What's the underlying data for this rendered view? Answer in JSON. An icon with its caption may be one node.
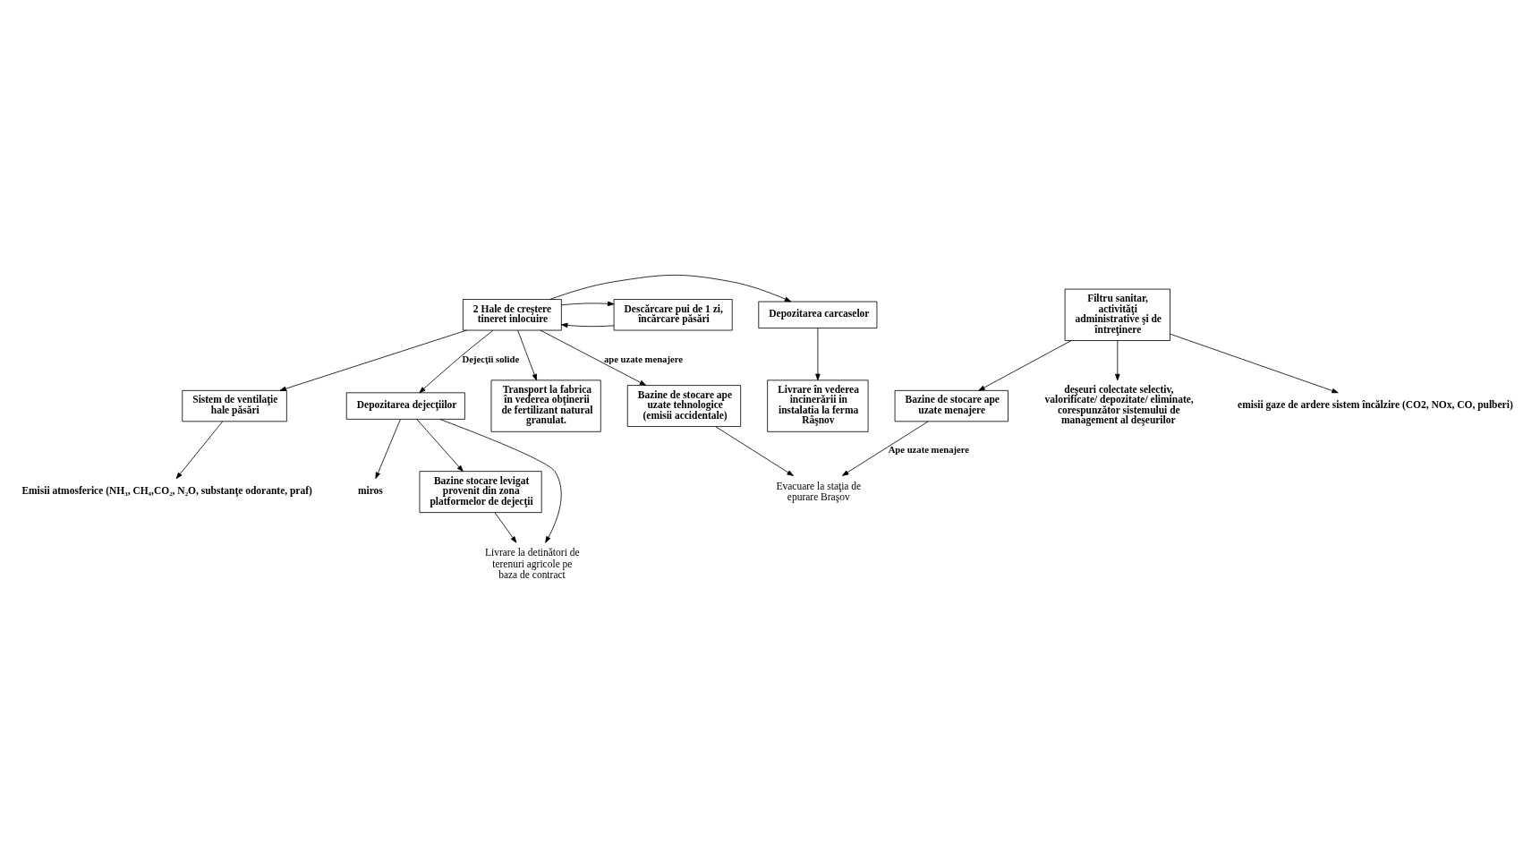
{
  "diagram": {
    "nodes": [
      {
        "text": [
          "Emisii atmosferice (NH₃, CH₄,CO₂, N₂O, substanţe odorante, praf)"
        ]
      },
      {
        "text": [
          "Sistem de ventilaţie hale păsări"
        ]
      },
      {
        "text": [
          "Livrare în vederea incinerării in instalatia la ferma Râşnov"
        ]
      },
      {
        "text": [
          "Descărcare pui de 1 zi, încărcare păsări"
        ]
      },
      {
        "text": [
          "2 Hale de creştere tineret inlocuire"
        ]
      },
      {
        "text": [
          "Depozitarea carcaselor"
        ]
      },
      {
        "text": [
          "Bazine de stocare ape uzate tehnologice (emisii accidentale)"
        ]
      },
      {
        "text": [
          "Depozitarea dejecţiilor"
        ]
      },
      {
        "text": [
          "Transport la fabrica în vederea obţinerii de fertilizant natural granulat."
        ]
      },
      {
        "text": [
          "miros"
        ]
      },
      {
        "text": [
          "Evacuare la staţia de epurare Braşov"
        ]
      },
      {
        "text": [
          "emisii gaze de ardere sistem încălzire (CO2, NOx, CO, pulberi)"
        ]
      },
      {
        "text": [
          "Filtru sanitar, activităţi administrative şi de întreţinere"
        ]
      },
      {
        "text": [
          "Bazine de stocare ape uzate menajere"
        ]
      },
      {
        "text": [
          "Bazine stocare levigat provenit din zona platformelor de dejecţii"
        ]
      },
      {
        "text": [
          "Livrare la detinători de terenuri agricole pe baza de contract"
        ]
      },
      {
        "text": [
          "deşeuri colectate selectiv, valorificate/ depozitate/ eliminate, corespunzător sistemului de management al deşeurilor"
        ]
      }
    ],
    "edges": [
      {
        "from": 1,
        "to": 0,
        "arrow": "to"
      },
      {
        "from": 4,
        "to": 1,
        "arrow": "to"
      },
      {
        "from": 3,
        "to": 4,
        "arrow": "to"
      },
      {
        "from": 4,
        "to": 3,
        "arrow": "to"
      },
      {
        "from": 4,
        "to": 5,
        "arrow": "to"
      },
      {
        "from": 5,
        "to": 2,
        "arrow": "to"
      },
      {
        "from": 4,
        "to": 7,
        "arrow": "to",
        "label": "Dejecţii solide"
      },
      {
        "from": 4,
        "to": 8,
        "arrow": "to"
      },
      {
        "from": 4,
        "to": 6,
        "arrow": "to",
        "label": "ape uzate menajere"
      },
      {
        "from": 6,
        "to": 10,
        "arrow": "to"
      },
      {
        "from": 7,
        "to": 9,
        "arrow": "to"
      },
      {
        "from": 7,
        "to": 15,
        "arrow": "to"
      },
      {
        "from": 7,
        "to": 14,
        "arrow": "to"
      },
      {
        "from": 14,
        "to": 15,
        "arrow": "to"
      },
      {
        "from": 12,
        "to": 11,
        "arrow": "to"
      },
      {
        "from": 12,
        "to": 13,
        "arrow": "to"
      },
      {
        "from": 13,
        "to": 10,
        "arrow": "to",
        "label": "Ape uzate menajere"
      },
      {
        "from": 12,
        "to": 16,
        "arrow": "to"
      }
    ]
  }
}
